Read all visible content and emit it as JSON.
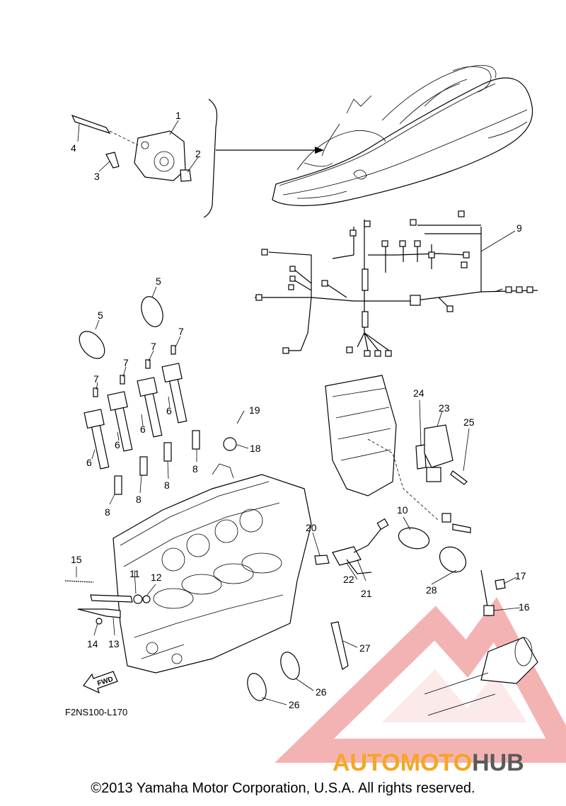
{
  "diagram": {
    "code": "F2NS100-L170",
    "fwd_label": "FWD",
    "callouts": [
      "1",
      "2",
      "3",
      "4",
      "5",
      "5",
      "6",
      "6",
      "6",
      "6",
      "7",
      "7",
      "7",
      "7",
      "8",
      "8",
      "8",
      "8",
      "9",
      "10",
      "11",
      "12",
      "13",
      "14",
      "15",
      "16",
      "17",
      "18",
      "19",
      "20",
      "21",
      "22",
      "23",
      "24",
      "25",
      "26",
      "26",
      "27",
      "28"
    ]
  },
  "watermark": {
    "part1": "AUTOMOTO",
    "part2": "HUB",
    "color1": "#f5a623",
    "color2": "#5a5a5a",
    "triangle_color": "#e23b3b"
  },
  "copyright": "©2013 Yamaha Motor Corporation, U.S.A. All rights reserved."
}
